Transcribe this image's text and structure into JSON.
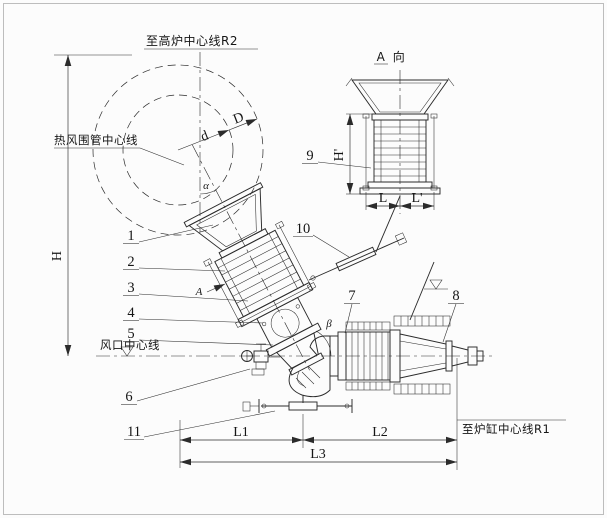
{
  "page": {
    "background": "#fcfcfc",
    "ink": "#2b2b2b"
  },
  "labels": {
    "furnace_centerline_top": "至高炉中心线R2",
    "bustle_pipe_centerline": "热风围管中心线",
    "tuyere_centerline": "风口中心线",
    "hearth_centerline": "至炉缸中心线R1"
  },
  "view_a": {
    "letter": "A",
    "word": "向",
    "section_arrow_letter": "A"
  },
  "dims": {
    "H": "H",
    "H_prime": "H'",
    "D": "D",
    "d_small": "d",
    "L": "L",
    "L_prime": "L'",
    "L1": "L1",
    "L2": "L2",
    "L3": "L3",
    "alpha": "α",
    "beta": "β"
  },
  "callouts": [
    "1",
    "2",
    "3",
    "4",
    "5",
    "6",
    "7",
    "8",
    "9",
    "10",
    "11"
  ]
}
